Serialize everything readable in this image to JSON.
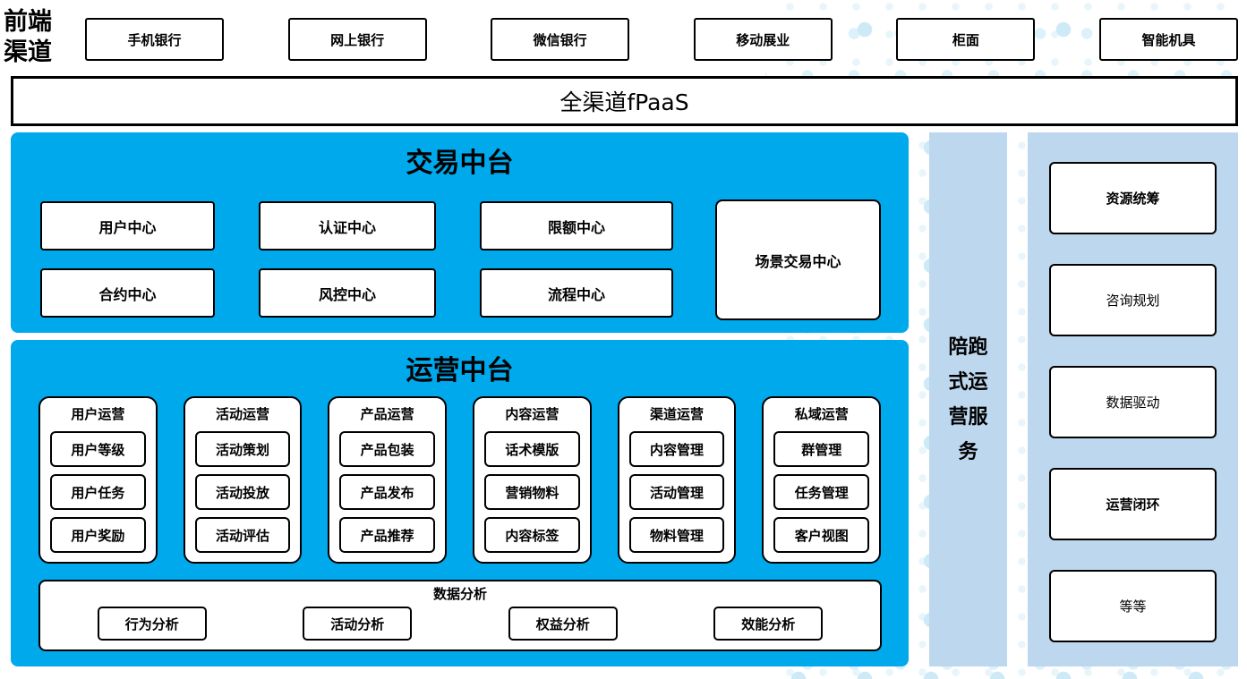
{
  "front_channels": {
    "label": "前端渠道",
    "items": [
      "手机银行",
      "网上银行",
      "微信银行",
      "移动展业",
      "柜面",
      "智能机具"
    ]
  },
  "fpaas": {
    "label": "全渠道fPaaS"
  },
  "transaction_platform": {
    "title": "交易中台",
    "centers": [
      "用户中心",
      "认证中心",
      "限额中心",
      "合约中心",
      "风控中心",
      "流程中心"
    ],
    "scene_center": "场景交易中心"
  },
  "operation_platform": {
    "title": "运营中台",
    "groups": [
      {
        "title": "用户运营",
        "items": [
          "用户等级",
          "用户任务",
          "用户奖励"
        ]
      },
      {
        "title": "活动运营",
        "items": [
          "活动策划",
          "活动投放",
          "活动评估"
        ]
      },
      {
        "title": "产品运营",
        "items": [
          "产品包装",
          "产品发布",
          "产品推荐"
        ]
      },
      {
        "title": "内容运营",
        "items": [
          "话术模版",
          "营销物料",
          "内容标签"
        ]
      },
      {
        "title": "渠道运营",
        "items": [
          "内容管理",
          "活动管理",
          "物料管理"
        ]
      },
      {
        "title": "私域运营",
        "items": [
          "群管理",
          "任务管理",
          "客户视图"
        ]
      }
    ],
    "analysis": {
      "title": "数据分析",
      "items": [
        "行为分析",
        "活动分析",
        "权益分析",
        "效能分析"
      ]
    }
  },
  "companion_service": {
    "label": "陪跑式运营服务"
  },
  "service_values": {
    "items": [
      {
        "label": "资源统筹",
        "bold": true
      },
      {
        "label": "咨询规划",
        "bold": false
      },
      {
        "label": "数据驱动",
        "bold": false
      },
      {
        "label": "运营闭环",
        "bold": true
      },
      {
        "label": "等等",
        "bold": false
      }
    ]
  },
  "colors": {
    "platform_blue": "#00a8ec",
    "service_panel_blue": "#bdd7ee",
    "dot_pattern_blue": "#d5edf8",
    "box_border": "#000000"
  }
}
